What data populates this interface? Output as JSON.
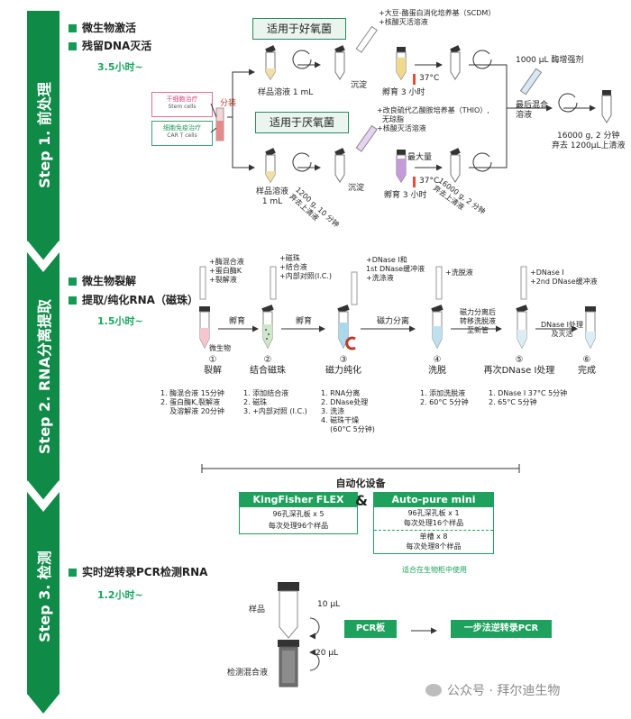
{
  "step1": {
    "label": "Step 1. 前处理",
    "bullets": [
      "微生物激活",
      "残留DNA灭活"
    ],
    "duration": "3.5小时~",
    "stem_cells_cn": "干细胞治疗",
    "stem_cells_en": "Stem cells",
    "cart_cn": "细胞免疫治疗",
    "cart_en": "CAR T cells",
    "split": "分装",
    "aerobic_box": "适用于好氧菌",
    "anaerobic_box": "适用于厌氧菌",
    "aerobic_media": [
      "+大豆-酪蛋白消化培养基（SCDM）",
      "+核酸灭活溶液"
    ],
    "anaerobic_media": [
      "+改良硫代乙酸胺培养基（THIO）,",
      "无琼脂",
      "+核酸灭活溶液"
    ],
    "sample_1ml": "样品溶液 1 mL",
    "sample_2_l1": "样品溶液",
    "sample_2_l2": "1 mL",
    "sediment1": "沉淀",
    "sediment2": "沉淀",
    "temp1": "37°C",
    "temp2": "37°C",
    "incubate1": "孵育 3 小时",
    "incubate2": "孵育 3 小时",
    "max": "最大量",
    "centrifuge1_l1": "1200 g, 10 分钟",
    "centrifuge1_l2": "弃去上清液",
    "centrifuge2_l1": "16000 g, 2 分钟",
    "centrifuge2_l2": "弃去上清液",
    "enhancer": "1000 µL 酶增强剂",
    "final_mix_l1": "最后混合",
    "final_mix_l2": "溶液",
    "final_spin_l1": "16000 g, 2 分钟",
    "final_spin_l2": "弃去 1200µL上清液"
  },
  "step2": {
    "label": "Step 2. RNA分离提取",
    "bullets": [
      "微生物裂解",
      "提取/纯化RNA（磁珠）"
    ],
    "duration": "1.5小时~",
    "add1": [
      "+酶混合液",
      "+蛋白酶K",
      "+裂解液"
    ],
    "add2": [
      "+磁珠",
      "+结合液",
      "+内部对照(I.C.)"
    ],
    "add3": [
      "+DNase I和",
      "1st DNase缓冲液",
      "+洗涤液"
    ],
    "add4": [
      "+洗脱液"
    ],
    "add5": [
      "+DNase I",
      "+2nd DNase缓冲液"
    ],
    "arrow1": "孵育",
    "arrow2": "孵育",
    "arrow3": "磁力分离",
    "arrow4": [
      "磁力分离后",
      "转移洗脱液",
      "至新管"
    ],
    "arrow5": [
      "DNase I处理",
      "及灭活"
    ],
    "microbe": "微生物",
    "steps": [
      {
        "num": "①",
        "name": "裂解",
        "details": [
          "1. 酶混合液 15分钟",
          "2. 蛋白酶K,裂解液",
          "    及溶解液 20分钟"
        ]
      },
      {
        "num": "②",
        "name": "结合磁珠",
        "details": [
          "1. 添加结合液",
          "2. 磁珠",
          "3. +内部对照 (I.C.)"
        ]
      },
      {
        "num": "③",
        "name": "磁力纯化",
        "details": [
          "1. RNA分离",
          "2. DNase处理",
          "3. 洗涤",
          "4. 磁珠干燥",
          "    (60°C 5分钟)"
        ]
      },
      {
        "num": "④",
        "name": "洗脱",
        "details": [
          "1. 添加洗脱液",
          "2. 60°C 5分钟"
        ]
      },
      {
        "num": "⑤",
        "name": "再次DNase I处理",
        "details": [
          "1. DNase I 37°C 5分钟",
          "2. 65°C 5分钟"
        ]
      },
      {
        "num": "⑥",
        "name": "完成",
        "details": []
      }
    ],
    "automation_title": "自动化设备",
    "amp": "&",
    "kf_title": "KingFisher FLEX",
    "kf_lines": [
      "96孔深孔板 x 5",
      "每次处理96个样品"
    ],
    "ap_title": "Auto-pure mini",
    "ap_lines": [
      "96孔深孔板 x 1",
      "每次处理16个样品",
      "单槽 x 8",
      "每次处理8个样品"
    ],
    "ap_note": "适合在生物柜中使用"
  },
  "step3": {
    "label": "Step 3. 检测",
    "bullet": "实时逆转录PCR检测RNA",
    "duration": "1.2小时~",
    "sample": "样品",
    "vol1": "10 µL",
    "vol2": "20 µL",
    "mix": "检测混合液",
    "pcr_plate": "PCR板",
    "rt_pcr": "一步法逆转录PCR"
  },
  "watermark": "公众号 · 拜尔迪生物",
  "colors": {
    "green": "#139a55",
    "dark_green": "#0d7a43",
    "light_green": "#e9f5ee"
  }
}
